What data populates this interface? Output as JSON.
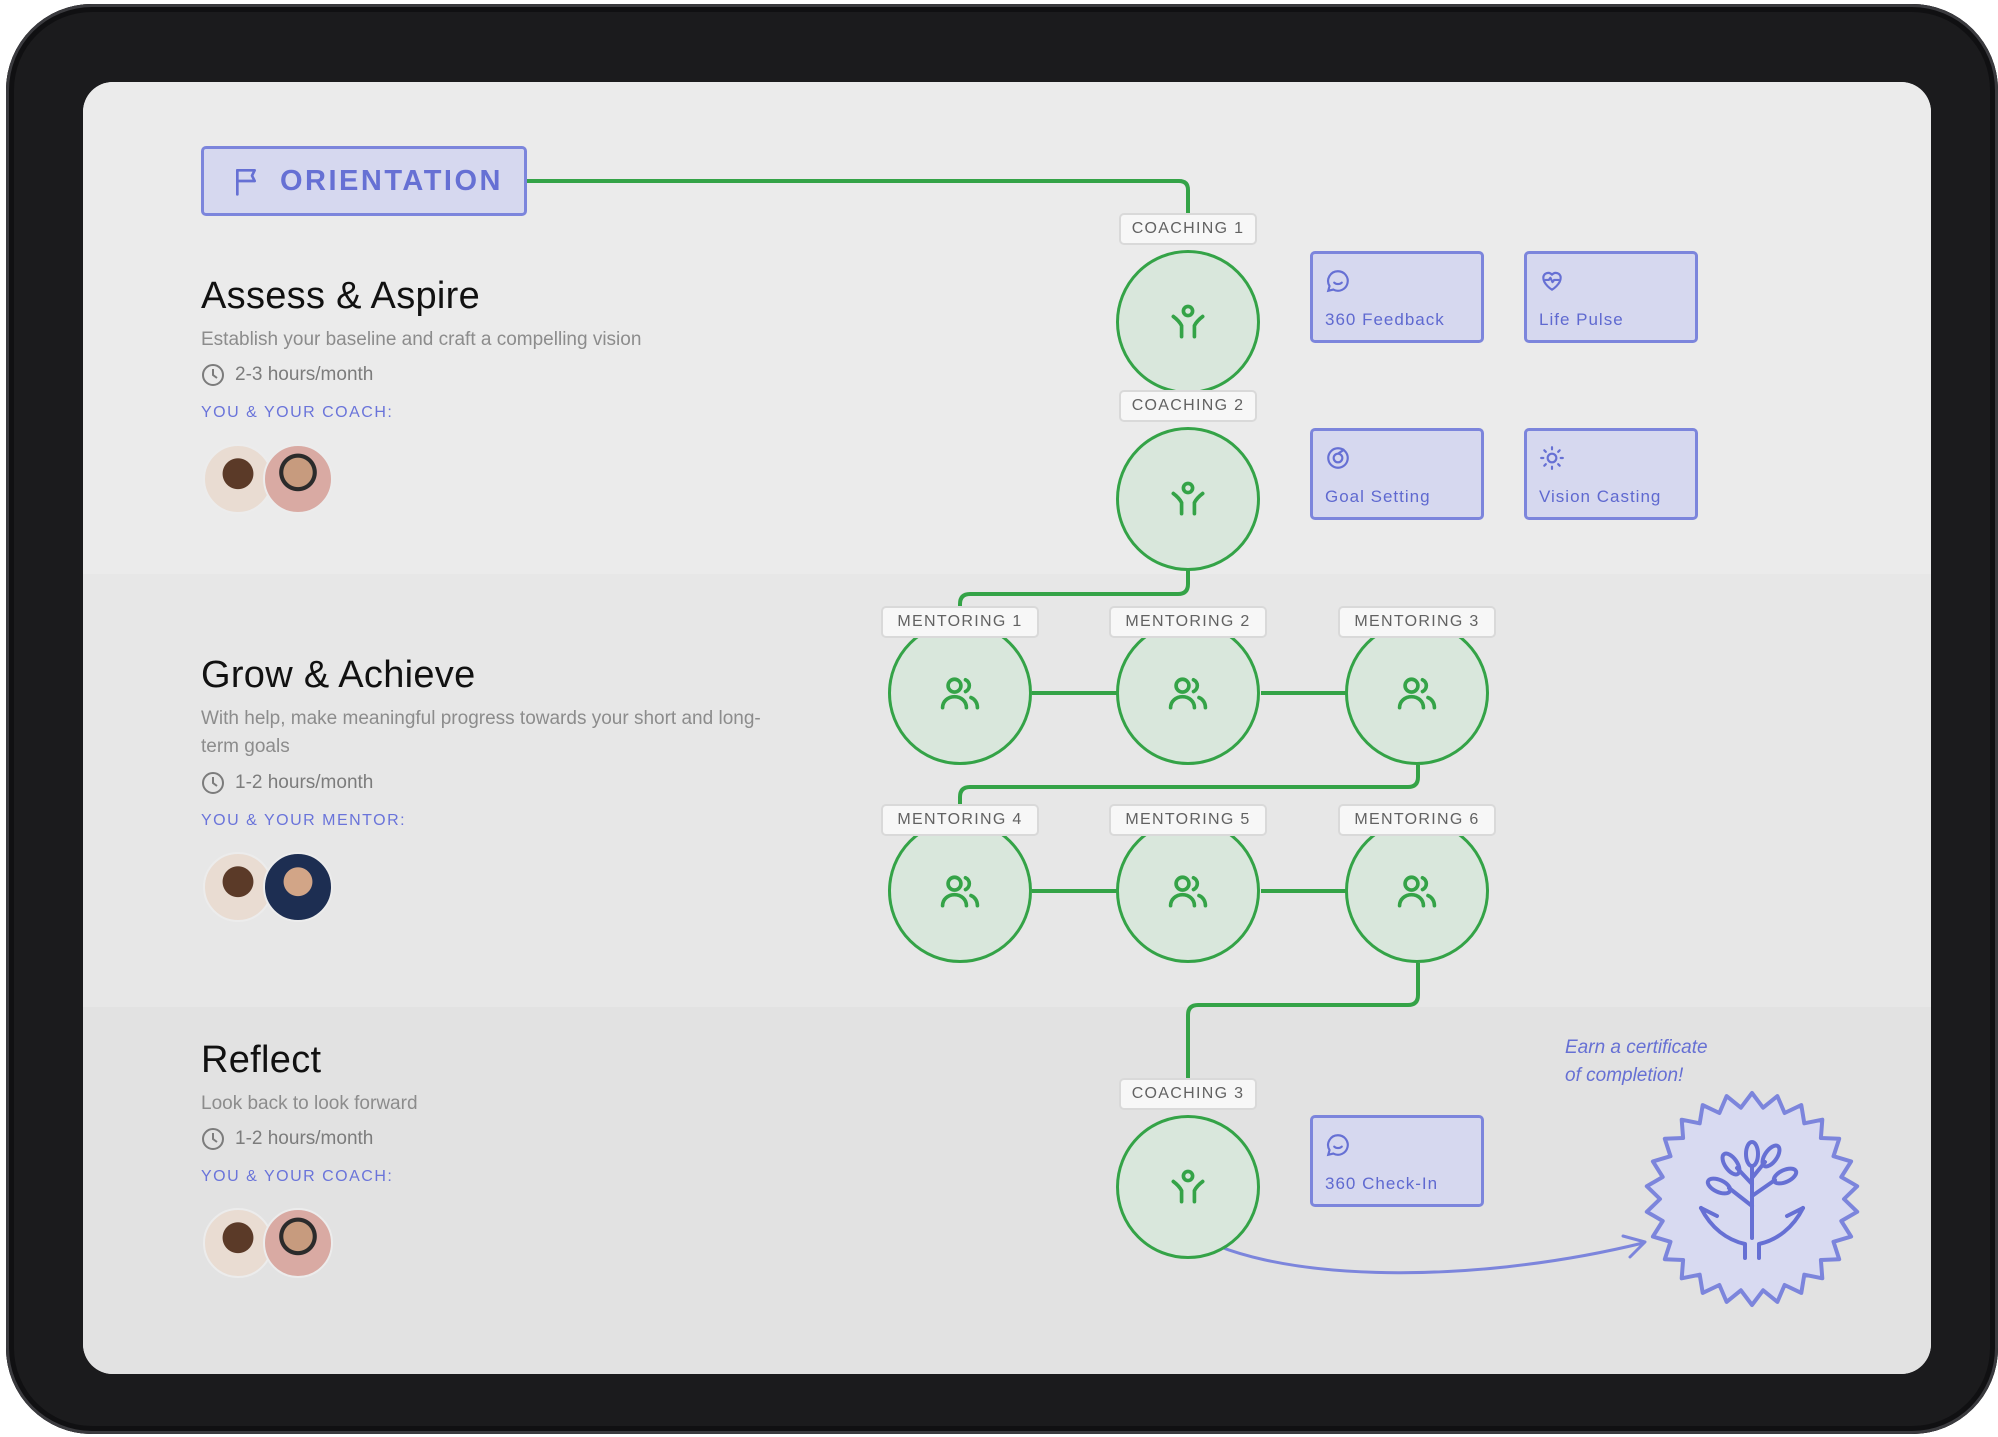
{
  "orientation": {
    "label": "ORIENTATION"
  },
  "stages": [
    {
      "title": "Assess & Aspire",
      "description": "Establish your baseline and craft a compelling vision",
      "time": "2-3 hours/month",
      "who": "YOU & YOUR COACH:"
    },
    {
      "title": "Grow & Achieve",
      "description": "With help, make meaningful progress towards your short and long-term goals",
      "time": "1-2 hours/month",
      "who": "YOU & YOUR MENTOR:"
    },
    {
      "title": "Reflect",
      "description": "Look back to look forward",
      "time": "1-2 hours/month",
      "who": "YOU & YOUR COACH:"
    }
  ],
  "nodes": {
    "coaching1": "COACHING 1",
    "coaching2": "COACHING 2",
    "coaching3": "COACHING 3",
    "mentoring1": "MENTORING 1",
    "mentoring2": "MENTORING 2",
    "mentoring3": "MENTORING 3",
    "mentoring4": "MENTORING 4",
    "mentoring5": "MENTORING 5",
    "mentoring6": "MENTORING 6"
  },
  "tools": {
    "feedback360": {
      "label": "360 Feedback",
      "icon": "chat-bubble-icon"
    },
    "lifePulse": {
      "label": "Life Pulse",
      "icon": "heart-pulse-icon"
    },
    "goalSetting": {
      "label": "Goal Setting",
      "icon": "target-icon"
    },
    "visionCasting": {
      "label": "Vision Casting",
      "icon": "sun-icon"
    },
    "checkin360": {
      "label": "360 Check-In",
      "icon": "chat-bubble-icon"
    }
  },
  "certificate": {
    "line1": "Earn a certificate",
    "line2": "of completion!"
  },
  "colors": {
    "path_green": "#34a347",
    "node_fill": "#d9e7dc",
    "accent_purple": "#6670d4",
    "tool_fill": "#d6d8ef"
  }
}
